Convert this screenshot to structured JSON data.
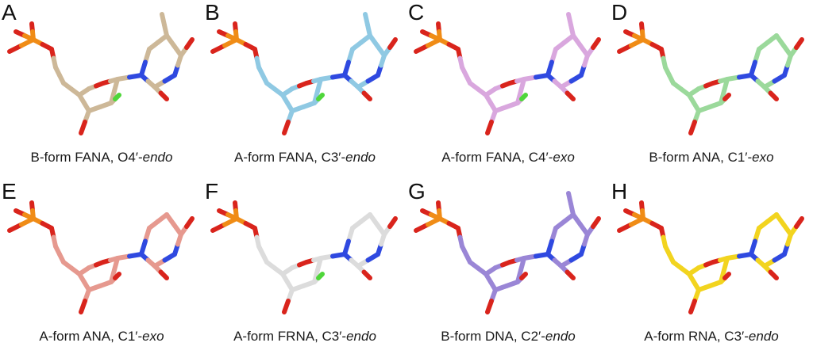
{
  "figure": {
    "panels": [
      {
        "letter": "A",
        "caption_prefix": "B-form FANA, O4′-",
        "caption_em": "endo",
        "color": "#cdb898",
        "fluoro": true,
        "methyl": true
      },
      {
        "letter": "B",
        "caption_prefix": "A-form FANA, C3′-",
        "caption_em": "endo",
        "color": "#8fc9e3",
        "fluoro": true,
        "methyl": true
      },
      {
        "letter": "C",
        "caption_prefix": "A-form FANA, C4′-",
        "caption_em": "exo",
        "color": "#d9a7de",
        "fluoro": true,
        "methyl": true
      },
      {
        "letter": "D",
        "caption_prefix": "B-form ANA, C1′-",
        "caption_em": "exo",
        "color": "#9bd99b",
        "fluoro": false,
        "methyl": false
      },
      {
        "letter": "E",
        "caption_prefix": "A-form ANA, C1′-",
        "caption_em": "exo",
        "color": "#e6998f",
        "fluoro": false,
        "methyl": false
      },
      {
        "letter": "F",
        "caption_prefix": "A-form FRNA, C3′-",
        "caption_em": "endo",
        "color": "#dcdcdc",
        "fluoro": true,
        "methyl": false
      },
      {
        "letter": "G",
        "caption_prefix": "B-form DNA, C2′-",
        "caption_em": "endo",
        "color": "#9a86d6",
        "fluoro": false,
        "methyl": true
      },
      {
        "letter": "H",
        "caption_prefix": "A-form RNA, C3′-",
        "caption_em": "endo",
        "color": "#f2d41f",
        "fluoro": false,
        "methyl": false
      }
    ],
    "atom_colors": {
      "oxygen": "#d9241c",
      "nitrogen": "#2f49e0",
      "phosphorus": "#f08c16",
      "fluorine": "#4fd63a"
    }
  }
}
